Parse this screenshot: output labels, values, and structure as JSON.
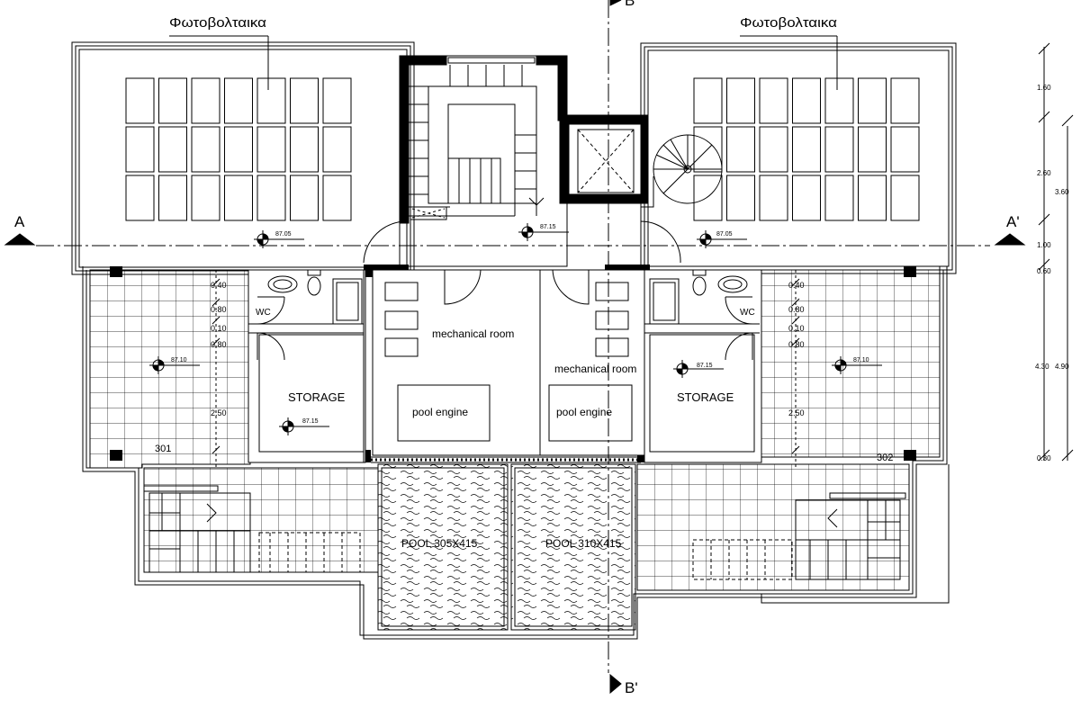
{
  "labels": {
    "pv_left": "Φωτοβολταικα",
    "pv_right": "Φωτοβολταικα",
    "section_a": "A",
    "section_a_prime": "A'",
    "section_b": "B",
    "section_b_prime": "B'",
    "mech_left": "mechanical room",
    "mech_right": "mechanical room",
    "pool_engine_left": "pool engine",
    "pool_engine_right": "pool engine",
    "storage_left": "STORAGE",
    "storage_right": "STORAGE",
    "wc_left": "WC",
    "wc_right": "WC",
    "pool_left": "POOL 305X415",
    "pool_right": "POOL 310X415",
    "unit_left": "301",
    "unit_right": "302"
  },
  "levels": {
    "pv_left": "87.05",
    "stair_hall": "87.15",
    "pv_right": "87.05",
    "terrace_left": "87.10",
    "storage_left": "87.15",
    "storage_right": "87.15",
    "terrace_right": "87.10"
  },
  "dims_left": [
    "0.40",
    "0.80",
    "0.10",
    "0.80",
    "2.50"
  ],
  "dims_right_inner": [
    "0.40",
    "0.80",
    "0.10",
    "0.80",
    "2.50"
  ],
  "dims_side": {
    "d1": "1.60",
    "d2": "2.60",
    "d3": "3.60",
    "d4": "1.00",
    "d5": "0.60",
    "d6": "4.30",
    "d7": "4.90",
    "d8": "0.30"
  },
  "colors": {
    "ink": "#000000",
    "background": "#ffffff"
  }
}
